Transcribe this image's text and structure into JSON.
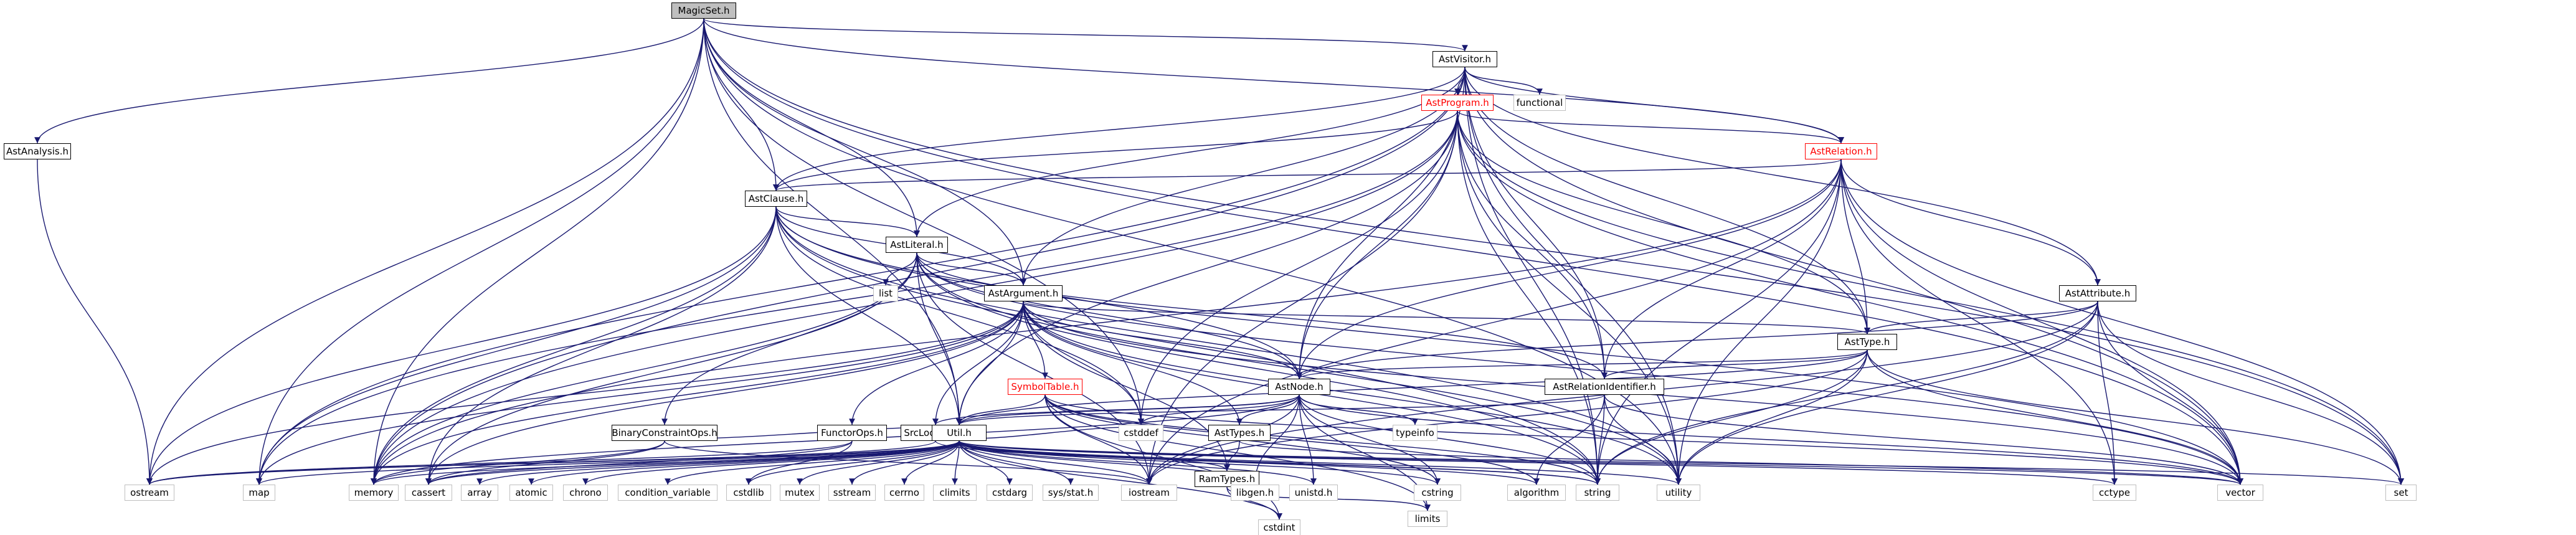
{
  "colors": {
    "edge": "#191970",
    "root_fill": "#bfbfbf",
    "highlight": "#ff0000",
    "external_border": "#bfbfbf"
  },
  "nodes": [
    {
      "id": "magicset",
      "label": "MagicSet.h",
      "kind": "root"
    },
    {
      "id": "astvisitor",
      "label": "AstVisitor.h",
      "kind": "file"
    },
    {
      "id": "astanalysis",
      "label": "AstAnalysis.h",
      "kind": "file"
    },
    {
      "id": "functional",
      "label": "functional",
      "kind": "ext"
    },
    {
      "id": "astprogram",
      "label": "AstProgram.h",
      "kind": "file",
      "highlight": true
    },
    {
      "id": "astrelation",
      "label": "AstRelation.h",
      "kind": "file",
      "highlight": true
    },
    {
      "id": "astclause",
      "label": "AstClause.h",
      "kind": "file"
    },
    {
      "id": "astliteral",
      "label": "AstLiteral.h",
      "kind": "file"
    },
    {
      "id": "list",
      "label": "list",
      "kind": "ext"
    },
    {
      "id": "astargument",
      "label": "AstArgument.h",
      "kind": "file"
    },
    {
      "id": "astattribute",
      "label": "AstAttribute.h",
      "kind": "file"
    },
    {
      "id": "asttype",
      "label": "AstType.h",
      "kind": "file"
    },
    {
      "id": "symboltable",
      "label": "SymbolTable.h",
      "kind": "file",
      "highlight": true
    },
    {
      "id": "astnode",
      "label": "AstNode.h",
      "kind": "file"
    },
    {
      "id": "astrelid",
      "label": "AstRelationIdentifier.h",
      "kind": "file"
    },
    {
      "id": "cstddef",
      "label": "cstddef",
      "kind": "ext"
    },
    {
      "id": "typeinfo",
      "label": "typeinfo",
      "kind": "ext"
    },
    {
      "id": "binconst",
      "label": "BinaryConstraintOps.h",
      "kind": "file"
    },
    {
      "id": "functorops",
      "label": "FunctorOps.h",
      "kind": "file"
    },
    {
      "id": "srclocation",
      "label": "SrcLocation.h",
      "kind": "file"
    },
    {
      "id": "util",
      "label": "Util.h",
      "kind": "file"
    },
    {
      "id": "asttypes",
      "label": "AstTypes.h",
      "kind": "file"
    },
    {
      "id": "ramtypes",
      "label": "RamTypes.h",
      "kind": "file"
    },
    {
      "id": "ostream",
      "label": "ostream",
      "kind": "ext"
    },
    {
      "id": "map",
      "label": "map",
      "kind": "ext"
    },
    {
      "id": "memory",
      "label": "memory",
      "kind": "ext"
    },
    {
      "id": "cassert",
      "label": "cassert",
      "kind": "ext"
    },
    {
      "id": "array",
      "label": "array",
      "kind": "ext"
    },
    {
      "id": "atomic",
      "label": "atomic",
      "kind": "ext"
    },
    {
      "id": "chrono",
      "label": "chrono",
      "kind": "ext"
    },
    {
      "id": "condvar",
      "label": "condition_variable",
      "kind": "ext"
    },
    {
      "id": "cstdlib",
      "label": "cstdlib",
      "kind": "ext"
    },
    {
      "id": "mutex",
      "label": "mutex",
      "kind": "ext"
    },
    {
      "id": "sstream",
      "label": "sstream",
      "kind": "ext"
    },
    {
      "id": "cerrno",
      "label": "cerrno",
      "kind": "ext"
    },
    {
      "id": "climits",
      "label": "climits",
      "kind": "ext"
    },
    {
      "id": "cstdarg",
      "label": "cstdarg",
      "kind": "ext"
    },
    {
      "id": "sysstat",
      "label": "sys/stat.h",
      "kind": "ext"
    },
    {
      "id": "iostream",
      "label": "iostream",
      "kind": "ext"
    },
    {
      "id": "libgen",
      "label": "libgen.h",
      "kind": "ext"
    },
    {
      "id": "unistd",
      "label": "unistd.h",
      "kind": "ext"
    },
    {
      "id": "cstring",
      "label": "cstring",
      "kind": "ext"
    },
    {
      "id": "algorithm",
      "label": "algorithm",
      "kind": "ext"
    },
    {
      "id": "string",
      "label": "string",
      "kind": "ext"
    },
    {
      "id": "utility",
      "label": "utility",
      "kind": "ext"
    },
    {
      "id": "cctype",
      "label": "cctype",
      "kind": "ext"
    },
    {
      "id": "vector",
      "label": "vector",
      "kind": "ext"
    },
    {
      "id": "set",
      "label": "set",
      "kind": "ext"
    },
    {
      "id": "cstdint",
      "label": "cstdint",
      "kind": "ext"
    },
    {
      "id": "limits",
      "label": "limits",
      "kind": "ext"
    }
  ],
  "edges": [
    [
      "magicset",
      "astvisitor"
    ],
    [
      "magicset",
      "astanalysis"
    ],
    [
      "magicset",
      "astclause"
    ],
    [
      "magicset",
      "astliteral"
    ],
    [
      "magicset",
      "astargument"
    ],
    [
      "magicset",
      "util"
    ],
    [
      "magicset",
      "ostream"
    ],
    [
      "magicset",
      "map"
    ],
    [
      "magicset",
      "memory"
    ],
    [
      "magicset",
      "astrelation"
    ],
    [
      "magicset",
      "cstddef"
    ],
    [
      "magicset",
      "utility"
    ],
    [
      "magicset",
      "vector"
    ],
    [
      "magicset",
      "set"
    ],
    [
      "astanalysis",
      "ostream"
    ],
    [
      "astvisitor",
      "functional"
    ],
    [
      "astvisitor",
      "astprogram"
    ],
    [
      "astvisitor",
      "astrelation"
    ],
    [
      "astvisitor",
      "astclause"
    ],
    [
      "astvisitor",
      "astliteral"
    ],
    [
      "astvisitor",
      "astargument"
    ],
    [
      "astvisitor",
      "astattribute"
    ],
    [
      "astvisitor",
      "asttype"
    ],
    [
      "astvisitor",
      "astnode"
    ],
    [
      "astvisitor",
      "astrelid"
    ],
    [
      "astvisitor",
      "memory"
    ],
    [
      "astvisitor",
      "map"
    ],
    [
      "astvisitor",
      "utility"
    ],
    [
      "astvisitor",
      "vector"
    ],
    [
      "astvisitor",
      "string"
    ],
    [
      "astprogram",
      "astrelation"
    ],
    [
      "astprogram",
      "astclause"
    ],
    [
      "astprogram",
      "asttype"
    ],
    [
      "astprogram",
      "astnode"
    ],
    [
      "astprogram",
      "astrelid"
    ],
    [
      "astprogram",
      "util"
    ],
    [
      "astprogram",
      "memory"
    ],
    [
      "astprogram",
      "map"
    ],
    [
      "astprogram",
      "cstddef"
    ],
    [
      "astprogram",
      "string"
    ],
    [
      "astprogram",
      "vector"
    ],
    [
      "astprogram",
      "utility"
    ],
    [
      "astprogram",
      "set"
    ],
    [
      "astprogram",
      "iostream"
    ],
    [
      "astrelation",
      "astclause"
    ],
    [
      "astrelation",
      "astattribute"
    ],
    [
      "astrelation",
      "asttype"
    ],
    [
      "astrelation",
      "astnode"
    ],
    [
      "astrelation",
      "astrelid"
    ],
    [
      "astrelation",
      "memory"
    ],
    [
      "astrelation",
      "iostream"
    ],
    [
      "astrelation",
      "string"
    ],
    [
      "astrelation",
      "set"
    ],
    [
      "astrelation",
      "vector"
    ],
    [
      "astrelation",
      "cctype"
    ],
    [
      "astrelation",
      "utility"
    ],
    [
      "astclause",
      "astliteral"
    ],
    [
      "astclause",
      "astargument"
    ],
    [
      "astclause",
      "astnode"
    ],
    [
      "astclause",
      "util"
    ],
    [
      "astclause",
      "memory"
    ],
    [
      "astclause",
      "ostream"
    ],
    [
      "astclause",
      "map"
    ],
    [
      "astclause",
      "cassert"
    ],
    [
      "astclause",
      "vector"
    ],
    [
      "astclause",
      "string"
    ],
    [
      "astclause",
      "cstddef"
    ],
    [
      "astclause",
      "utility"
    ],
    [
      "astliteral",
      "list"
    ],
    [
      "astliteral",
      "astargument"
    ],
    [
      "astliteral",
      "astnode"
    ],
    [
      "astliteral",
      "astrelid"
    ],
    [
      "astliteral",
      "binconst"
    ],
    [
      "astliteral",
      "util"
    ],
    [
      "astliteral",
      "memory"
    ],
    [
      "astliteral",
      "cassert"
    ],
    [
      "astliteral",
      "iostream"
    ],
    [
      "astliteral",
      "string"
    ],
    [
      "astliteral",
      "vector"
    ],
    [
      "astliteral",
      "utility"
    ],
    [
      "astargument",
      "symboltable"
    ],
    [
      "astargument",
      "asttype"
    ],
    [
      "astargument",
      "astnode"
    ],
    [
      "astargument",
      "asttypes"
    ],
    [
      "astargument",
      "functorops"
    ],
    [
      "astargument",
      "srclocation"
    ],
    [
      "astargument",
      "util"
    ],
    [
      "astargument",
      "cstddef"
    ],
    [
      "astargument",
      "memory"
    ],
    [
      "astargument",
      "ostream"
    ],
    [
      "astargument",
      "map"
    ],
    [
      "astargument",
      "cassert"
    ],
    [
      "astargument",
      "string"
    ],
    [
      "astargument",
      "vector"
    ],
    [
      "astargument",
      "utility"
    ],
    [
      "astargument",
      "ramtypes"
    ],
    [
      "astattribute",
      "asttype"
    ],
    [
      "astattribute",
      "astnode"
    ],
    [
      "astattribute",
      "cctype"
    ],
    [
      "astattribute",
      "utility"
    ],
    [
      "astattribute",
      "vector"
    ],
    [
      "astattribute",
      "set"
    ],
    [
      "astattribute",
      "string"
    ],
    [
      "astattribute",
      "iostream"
    ],
    [
      "asttype",
      "astnode"
    ],
    [
      "asttype",
      "astrelid"
    ],
    [
      "asttype",
      "util"
    ],
    [
      "asttype",
      "string"
    ],
    [
      "asttype",
      "utility"
    ],
    [
      "asttype",
      "vector"
    ],
    [
      "asttype",
      "set"
    ],
    [
      "asttype",
      "iostream"
    ],
    [
      "symboltable",
      "util"
    ],
    [
      "symboltable",
      "iostream"
    ],
    [
      "symboltable",
      "string"
    ],
    [
      "symboltable",
      "algorithm"
    ],
    [
      "symboltable",
      "vector"
    ],
    [
      "symboltable",
      "cstring"
    ],
    [
      "symboltable",
      "cstdint"
    ],
    [
      "symboltable",
      "limits"
    ],
    [
      "astnode",
      "srclocation"
    ],
    [
      "astnode",
      "asttypes"
    ],
    [
      "astnode",
      "util"
    ],
    [
      "astnode",
      "typeinfo"
    ],
    [
      "astnode",
      "cstddef"
    ],
    [
      "astnode",
      "memory"
    ],
    [
      "astnode",
      "iostream"
    ],
    [
      "astnode",
      "string"
    ],
    [
      "astnode",
      "vector"
    ],
    [
      "astnode",
      "unistd"
    ],
    [
      "astnode",
      "libgen"
    ],
    [
      "astnode",
      "cstring"
    ],
    [
      "astnode",
      "limits"
    ],
    [
      "astrelid",
      "util"
    ],
    [
      "astrelid",
      "algorithm"
    ],
    [
      "astrelid",
      "string"
    ],
    [
      "astrelid",
      "vector"
    ],
    [
      "astrelid",
      "utility"
    ],
    [
      "binconst",
      "util"
    ],
    [
      "binconst",
      "cassert"
    ],
    [
      "binconst",
      "iostream"
    ],
    [
      "binconst",
      "memory"
    ],
    [
      "functorops",
      "cassert"
    ],
    [
      "functorops",
      "ostream"
    ],
    [
      "functorops",
      "cstdlib"
    ],
    [
      "srclocation",
      "util"
    ],
    [
      "srclocation",
      "ostream"
    ],
    [
      "srclocation",
      "string"
    ],
    [
      "asttypes",
      "ramtypes"
    ],
    [
      "asttypes",
      "vector"
    ],
    [
      "ramtypes",
      "cstdint"
    ],
    [
      "ramtypes",
      "limits"
    ],
    [
      "util",
      "ostream"
    ],
    [
      "util",
      "map"
    ],
    [
      "util",
      "memory"
    ],
    [
      "util",
      "cassert"
    ],
    [
      "util",
      "array"
    ],
    [
      "util",
      "atomic"
    ],
    [
      "util",
      "chrono"
    ],
    [
      "util",
      "condvar"
    ],
    [
      "util",
      "cstdlib"
    ],
    [
      "util",
      "mutex"
    ],
    [
      "util",
      "sstream"
    ],
    [
      "util",
      "cerrno"
    ],
    [
      "util",
      "climits"
    ],
    [
      "util",
      "cstdarg"
    ],
    [
      "util",
      "sysstat"
    ],
    [
      "util",
      "iostream"
    ],
    [
      "util",
      "ramtypes"
    ],
    [
      "util",
      "libgen"
    ],
    [
      "util",
      "unistd"
    ],
    [
      "util",
      "cstring"
    ],
    [
      "util",
      "algorithm"
    ],
    [
      "util",
      "string"
    ],
    [
      "util",
      "utility"
    ],
    [
      "util",
      "cctype"
    ],
    [
      "util",
      "vector"
    ],
    [
      "util",
      "set"
    ],
    [
      "util",
      "cstddef"
    ],
    [
      "util",
      "cstdint"
    ]
  ]
}
